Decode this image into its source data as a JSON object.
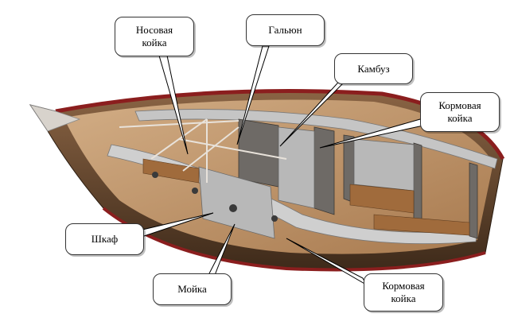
{
  "labels": {
    "bow_berth": "Носовая\nкойка",
    "head": "Гальюн",
    "galley": "Камбуз",
    "aft_berth_right": "Кормовая\nкойка",
    "wardrobe": "Шкаф",
    "sink": "Мойка",
    "aft_berth_bottom": "Кормовая\nкойка"
  },
  "colors": {
    "hull": "#6b4a2f",
    "hull_dark": "#3e2a1a",
    "gunwale": "#8b1e1e",
    "deck_wood": "#c9a27a",
    "floor_wood": "#b98c5e",
    "bulkhead_gray": "#b8b8b8",
    "bulkhead_dark": "#6e6a66",
    "callout_border": "#333333"
  }
}
